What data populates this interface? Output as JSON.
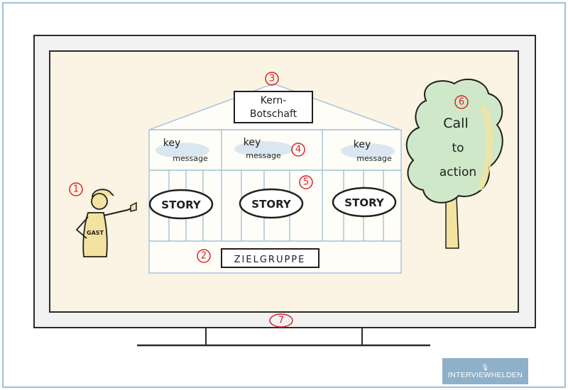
{
  "house": {
    "roof_label_line1": "Kern-",
    "roof_label_line2": "Botschaft",
    "key_messages": [
      {
        "line1": "key",
        "line2": "message"
      },
      {
        "line1": "key",
        "line2": "message"
      },
      {
        "line1": "key",
        "line2": "message"
      }
    ],
    "stories": [
      "STORY",
      "STORY",
      "STORY"
    ],
    "foundation_label": "ZIELGRUPPE"
  },
  "guest": {
    "shirt_label": "GAST"
  },
  "tree": {
    "line1": "Call",
    "line2": "to",
    "line3": "action"
  },
  "markers": [
    "1",
    "2",
    "3",
    "4",
    "5",
    "6",
    "7"
  ],
  "brand": {
    "label": "INTERVIEWHELDEN",
    "icon": "microphone-icon"
  },
  "colors": {
    "screen_bg": "#fbf3e3",
    "frame": "#2b2b2b",
    "house_lines": "#9ec3dc",
    "marker_red": "#d6262a",
    "tree_green": "#cfe8c9",
    "trunk_yellow": "#f3e3a0",
    "brand_bg": "#8fb0c9",
    "outer_border": "#9ec3dc"
  }
}
